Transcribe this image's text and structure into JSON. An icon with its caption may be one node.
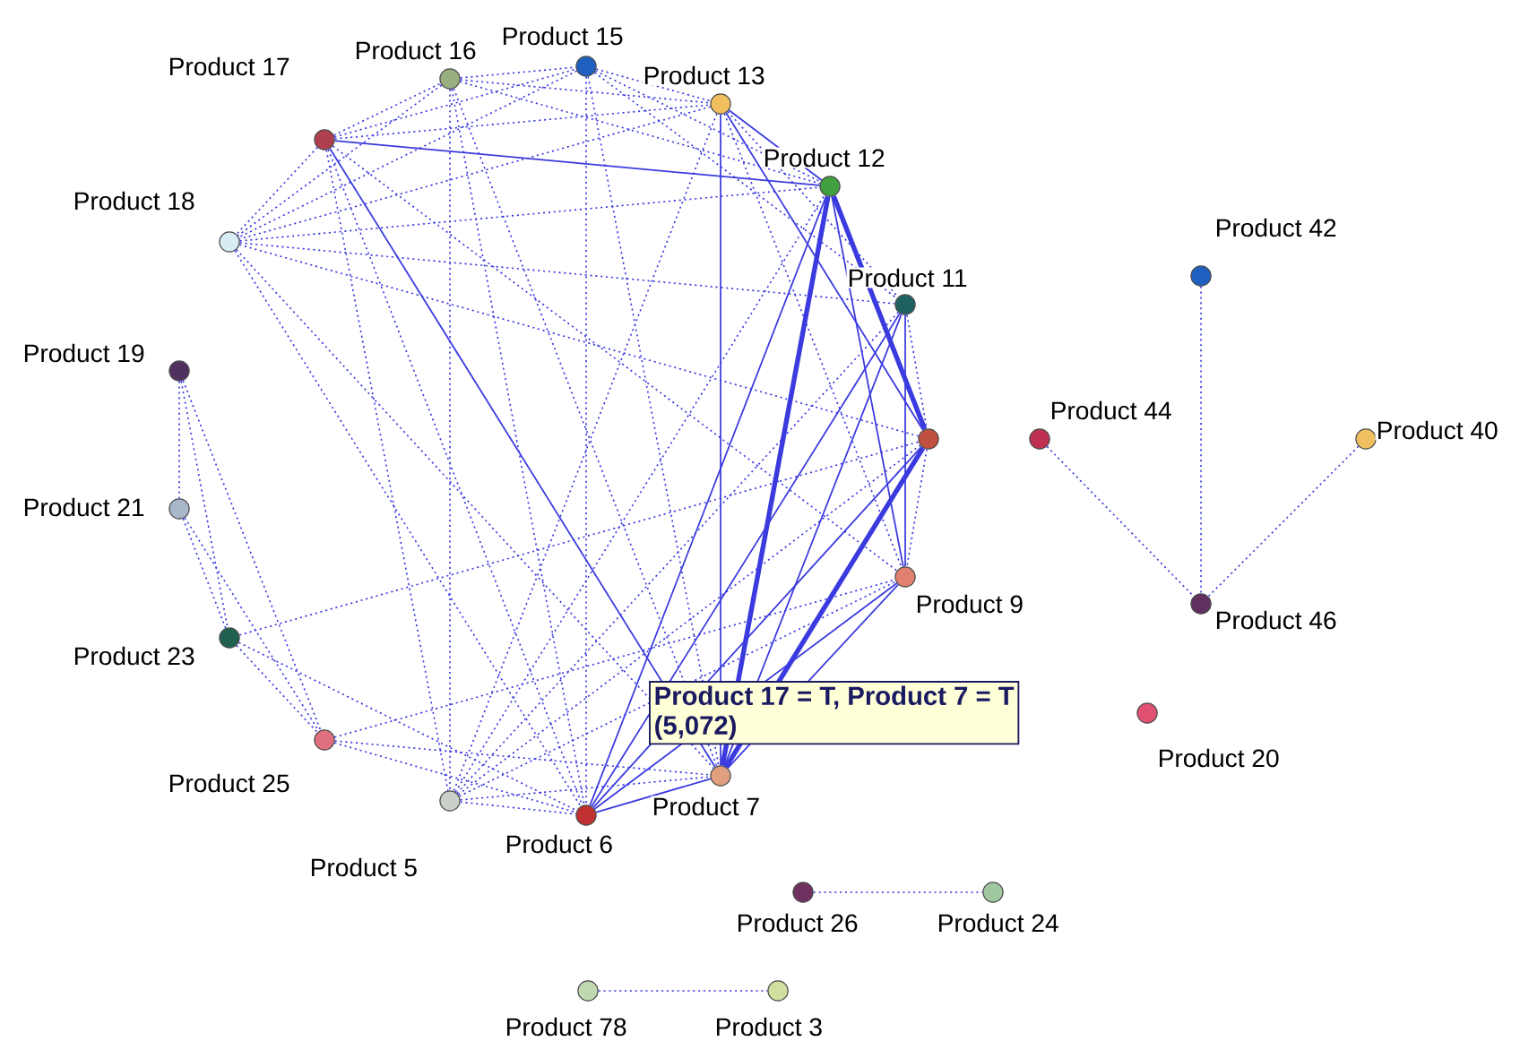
{
  "diagram": {
    "nodes": [
      {
        "text": [],
        "shape": "circle",
        "beside": [
          "Product 17"
        ]
      },
      {
        "text": [],
        "shape": "circle",
        "beside": [
          "Product 16"
        ]
      },
      {
        "text": [],
        "shape": "circle",
        "beside": [
          "Product 15"
        ]
      },
      {
        "text": [],
        "shape": "circle",
        "beside": [
          "Product 13"
        ]
      },
      {
        "text": [],
        "shape": "circle",
        "beside": [
          "Product 12"
        ]
      },
      {
        "text": [],
        "shape": "circle",
        "beside": [
          "Product 18"
        ]
      },
      {
        "text": [],
        "shape": "circle",
        "beside": [
          "Product 11"
        ]
      },
      {
        "text": [],
        "shape": "circle",
        "beside": [
          "Product 19"
        ]
      },
      {
        "text": [],
        "shape": "circle"
      },
      {
        "text": [],
        "shape": "circle",
        "beside": [
          "Product 21"
        ]
      },
      {
        "text": [],
        "shape": "circle",
        "beside": [
          "Product 9"
        ]
      },
      {
        "text": [],
        "shape": "circle",
        "beside": [
          "Product 23"
        ]
      },
      {
        "text": [],
        "shape": "circle",
        "beside": [
          "Product 25"
        ]
      },
      {
        "text": [],
        "shape": "circle",
        "beside": [
          "Product 5"
        ]
      },
      {
        "text": [],
        "shape": "circle",
        "beside": [
          "Product 6"
        ]
      },
      {
        "text": [],
        "shape": "circle",
        "beside": [
          "Product 7"
        ]
      },
      {
        "text": [],
        "shape": "circle",
        "beside": [
          "Product 20"
        ]
      },
      {
        "text": [],
        "shape": "circle",
        "beside": [
          "Product 42"
        ]
      },
      {
        "text": [],
        "shape": "circle",
        "beside": [
          "Product 44"
        ]
      },
      {
        "text": [],
        "shape": "circle",
        "beside": [
          "Product 40"
        ]
      },
      {
        "text": [],
        "shape": "circle",
        "beside": [
          "Product 46"
        ]
      },
      {
        "text": [],
        "shape": "circle",
        "beside": [
          "Product 26"
        ]
      },
      {
        "text": [],
        "shape": "circle",
        "beside": [
          "Product 24"
        ]
      },
      {
        "text": [],
        "shape": "circle",
        "beside": [
          "Product 78"
        ]
      },
      {
        "text": [],
        "shape": "circle",
        "beside": [
          "Product 3"
        ]
      }
    ],
    "edges": [
      {
        "from": 0,
        "to": 4,
        "arrow": "none"
      },
      {
        "from": 0,
        "to": 15,
        "arrow": "none"
      },
      {
        "from": 3,
        "to": 15,
        "arrow": "none"
      },
      {
        "from": 3,
        "to": 4,
        "arrow": "none"
      },
      {
        "from": 3,
        "to": 8,
        "arrow": "none"
      },
      {
        "from": 4,
        "to": 14,
        "arrow": "none"
      },
      {
        "from": 6,
        "to": 14,
        "arrow": "none"
      },
      {
        "from": 8,
        "to": 14,
        "arrow": "none"
      },
      {
        "from": 10,
        "to": 14,
        "arrow": "none"
      },
      {
        "from": 10,
        "to": 15,
        "arrow": "none"
      },
      {
        "from": 6,
        "to": 15,
        "arrow": "none"
      },
      {
        "from": 4,
        "to": 10,
        "arrow": "none"
      },
      {
        "from": 6,
        "to": 10,
        "arrow": "none"
      },
      {
        "from": 14,
        "to": 15,
        "arrow": "none"
      },
      {
        "from": 4,
        "to": 15,
        "arrow": "none",
        "style": "thick"
      },
      {
        "from": 8,
        "to": 15,
        "arrow": "none",
        "style": "thick"
      },
      {
        "from": 4,
        "to": 8,
        "arrow": "none",
        "style": "thick"
      },
      {
        "from": 7,
        "to": 9,
        "arrow": "none",
        "style": "dashed"
      },
      {
        "from": 7,
        "to": 11,
        "arrow": "none",
        "style": "dashed"
      },
      {
        "from": 7,
        "to": 12,
        "arrow": "none",
        "style": "dashed"
      },
      {
        "from": 9,
        "to": 11,
        "arrow": "none",
        "style": "dashed"
      },
      {
        "from": 9,
        "to": 12,
        "arrow": "none",
        "style": "dashed"
      },
      {
        "from": 11,
        "to": 12,
        "arrow": "none",
        "style": "dashed"
      },
      {
        "from": 11,
        "to": 14,
        "arrow": "none",
        "style": "dashed"
      },
      {
        "from": 12,
        "to": 14,
        "arrow": "none",
        "style": "dashed"
      },
      {
        "from": 0,
        "to": 1,
        "arrow": "none",
        "style": "dashed"
      },
      {
        "from": 0,
        "to": 2,
        "arrow": "none",
        "style": "dashed"
      },
      {
        "from": 0,
        "to": 3,
        "arrow": "none",
        "style": "dashed"
      },
      {
        "from": 0,
        "to": 5,
        "arrow": "none",
        "style": "dashed"
      },
      {
        "from": 0,
        "to": 13,
        "arrow": "none",
        "style": "dashed"
      },
      {
        "from": 0,
        "to": 14,
        "arrow": "none",
        "style": "dashed"
      },
      {
        "from": 0,
        "to": 10,
        "arrow": "none",
        "style": "dashed"
      },
      {
        "from": 1,
        "to": 2,
        "arrow": "none",
        "style": "dashed"
      },
      {
        "from": 1,
        "to": 3,
        "arrow": "none",
        "style": "dashed"
      },
      {
        "from": 1,
        "to": 4,
        "arrow": "none",
        "style": "dashed"
      },
      {
        "from": 1,
        "to": 5,
        "arrow": "none",
        "style": "dashed"
      },
      {
        "from": 1,
        "to": 13,
        "arrow": "none",
        "style": "dashed"
      },
      {
        "from": 1,
        "to": 14,
        "arrow": "none",
        "style": "dashed"
      },
      {
        "from": 1,
        "to": 15,
        "arrow": "none",
        "style": "dashed"
      },
      {
        "from": 2,
        "to": 3,
        "arrow": "none",
        "style": "dashed"
      },
      {
        "from": 2,
        "to": 4,
        "arrow": "none",
        "style": "dashed"
      },
      {
        "from": 2,
        "to": 14,
        "arrow": "none",
        "style": "dashed"
      },
      {
        "from": 2,
        "to": 15,
        "arrow": "none",
        "style": "dashed"
      },
      {
        "from": 2,
        "to": 6,
        "arrow": "none",
        "style": "dashed"
      },
      {
        "from": 2,
        "to": 5,
        "arrow": "none",
        "style": "dashed"
      },
      {
        "from": 3,
        "to": 5,
        "arrow": "none",
        "style": "dashed"
      },
      {
        "from": 3,
        "to": 6,
        "arrow": "none",
        "style": "dashed"
      },
      {
        "from": 3,
        "to": 10,
        "arrow": "none",
        "style": "dashed"
      },
      {
        "from": 3,
        "to": 13,
        "arrow": "none",
        "style": "dashed"
      },
      {
        "from": 5,
        "to": 4,
        "arrow": "none",
        "style": "dashed"
      },
      {
        "from": 5,
        "to": 6,
        "arrow": "none",
        "style": "dashed"
      },
      {
        "from": 5,
        "to": 8,
        "arrow": "none",
        "style": "dashed"
      },
      {
        "from": 5,
        "to": 14,
        "arrow": "none",
        "style": "dashed"
      },
      {
        "from": 5,
        "to": 15,
        "arrow": "none",
        "style": "dashed"
      },
      {
        "from": 13,
        "to": 14,
        "arrow": "none",
        "style": "dashed"
      },
      {
        "from": 13,
        "to": 4,
        "arrow": "none",
        "style": "dashed"
      },
      {
        "from": 13,
        "to": 6,
        "arrow": "none",
        "style": "dashed"
      },
      {
        "from": 13,
        "to": 8,
        "arrow": "none",
        "style": "dashed"
      },
      {
        "from": 13,
        "to": 10,
        "arrow": "none",
        "style": "dashed"
      },
      {
        "from": 13,
        "to": 15,
        "arrow": "none",
        "style": "dashed"
      },
      {
        "from": 6,
        "to": 8,
        "arrow": "none",
        "style": "dashed"
      },
      {
        "from": 8,
        "to": 10,
        "arrow": "none",
        "style": "dashed"
      },
      {
        "from": 12,
        "to": 15,
        "arrow": "none",
        "style": "dashed"
      },
      {
        "from": 12,
        "to": 10,
        "arrow": "none",
        "style": "dashed"
      },
      {
        "from": 11,
        "to": 8,
        "arrow": "none",
        "style": "dashed"
      },
      {
        "from": 17,
        "to": 20,
        "arrow": "none",
        "style": "dashed"
      },
      {
        "from": 18,
        "to": 20,
        "arrow": "none",
        "style": "dashed"
      },
      {
        "from": 19,
        "to": 20,
        "arrow": "none",
        "style": "dashed"
      },
      {
        "from": 21,
        "to": 22,
        "arrow": "none",
        "style": "dashed"
      },
      {
        "from": 23,
        "to": 24,
        "arrow": "none",
        "style": "dashed"
      }
    ],
    "labels": [
      "Product 17 = T, Product 7 = T",
      "(5,072)"
    ]
  }
}
